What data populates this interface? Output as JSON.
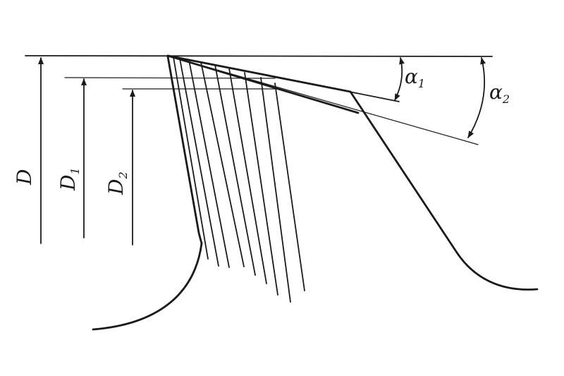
{
  "labels": {
    "D": {
      "main": "D",
      "sub": ""
    },
    "D1": {
      "main": "D",
      "sub": "1"
    },
    "D2": {
      "main": "D",
      "sub": "2"
    },
    "alpha1": {
      "main": "α",
      "sub": "1"
    },
    "alpha2": {
      "main": "α",
      "sub": "2"
    }
  },
  "colors": {
    "ink": "#1a1a1a",
    "paper": "#ffffff"
  }
}
